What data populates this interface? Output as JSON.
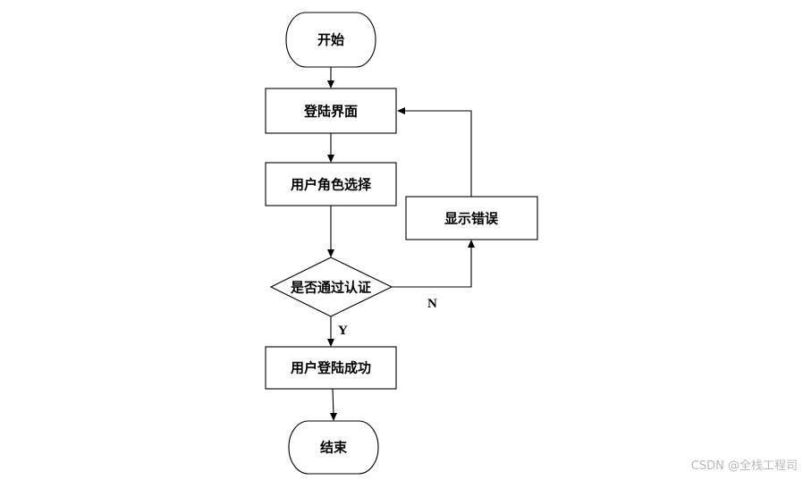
{
  "flowchart": {
    "nodes": {
      "start": {
        "label": "开始",
        "shape": "terminator"
      },
      "login": {
        "label": "登陆界面",
        "shape": "process"
      },
      "role_select": {
        "label": "用户角色选择",
        "shape": "process"
      },
      "decision": {
        "label": "是否通过认证",
        "shape": "decision"
      },
      "error": {
        "label": "显示错误",
        "shape": "process"
      },
      "success": {
        "label": "用户登陆成功",
        "shape": "process"
      },
      "end": {
        "label": "结束",
        "shape": "terminator"
      }
    },
    "edges": [
      {
        "from": "start",
        "to": "login"
      },
      {
        "from": "login",
        "to": "role_select"
      },
      {
        "from": "role_select",
        "to": "decision"
      },
      {
        "from": "decision",
        "to": "success",
        "label": "Y"
      },
      {
        "from": "decision",
        "to": "error",
        "label": "N"
      },
      {
        "from": "error",
        "to": "login"
      },
      {
        "from": "success",
        "to": "end"
      }
    ],
    "branch_labels": {
      "yes": "Y",
      "no": "N"
    }
  },
  "watermark": "CSDN @全栈工程司"
}
